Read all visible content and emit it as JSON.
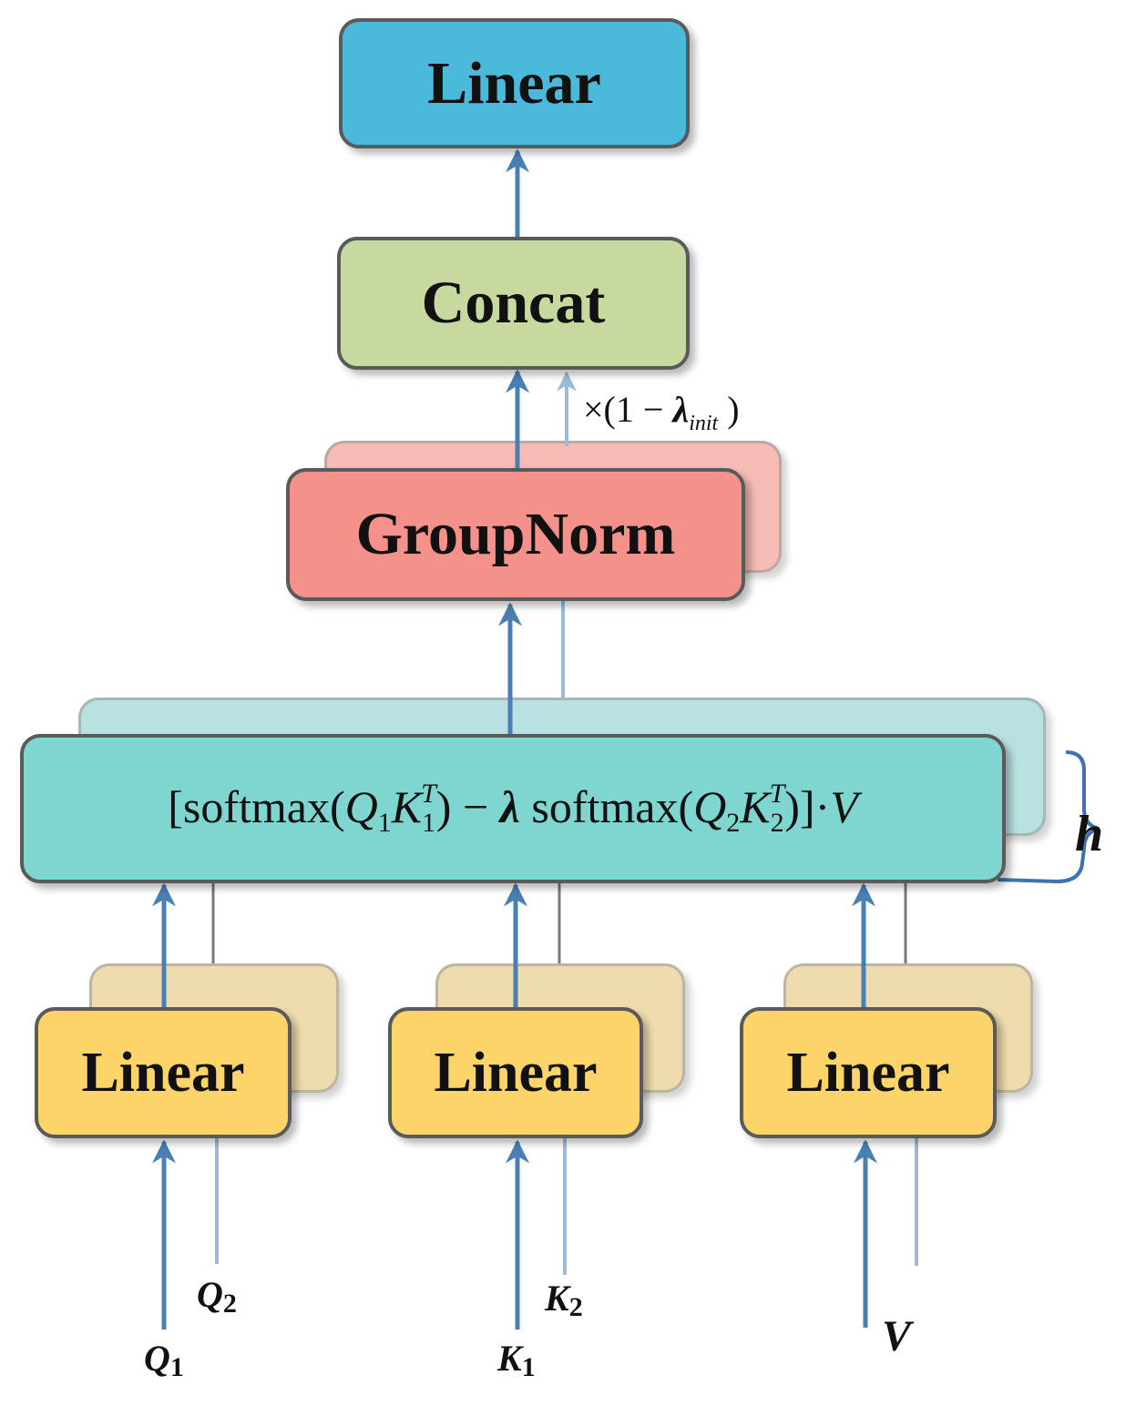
{
  "blocks": {
    "top_linear": "Linear",
    "concat": "Concat",
    "groupnorm": "GroupNorm",
    "linear_q": "Linear",
    "linear_k": "Linear",
    "linear_v": "Linear"
  },
  "formula": {
    "open": "[softmax(",
    "q1": "Q",
    "q1_sub": "1",
    "k1": "K",
    "k1_sub": "1",
    "k1_sup": "T",
    "middle": ") − ",
    "lambda": "λ",
    "softmax2": " softmax(",
    "q2": "Q",
    "q2_sub": "2",
    "k2": "K",
    "k2_sub": "2",
    "k2_sup": "T",
    "close": ")]·",
    "v": "V"
  },
  "scale_label": {
    "prefix": "×(1 − ",
    "lambda": "λ",
    "sub": "init",
    "suffix": " )"
  },
  "heads_label": "h",
  "inputs": {
    "q1": {
      "letter": "Q",
      "sub": "1"
    },
    "q2": {
      "letter": "Q",
      "sub": "2"
    },
    "k1": {
      "letter": "K",
      "sub": "1"
    },
    "k2": {
      "letter": "K",
      "sub": "2"
    },
    "v": {
      "letter": "V"
    }
  },
  "colors": {
    "top_linear": "#4bb9d9",
    "concat": "#c8d9a0",
    "groupnorm": "#f3918a",
    "attention": "#7fd6d0",
    "linear_in": "#fdd46a",
    "arrow": "#4a7fb5",
    "arrow_faint": "#9fbad6",
    "brace": "#3f73b0"
  }
}
